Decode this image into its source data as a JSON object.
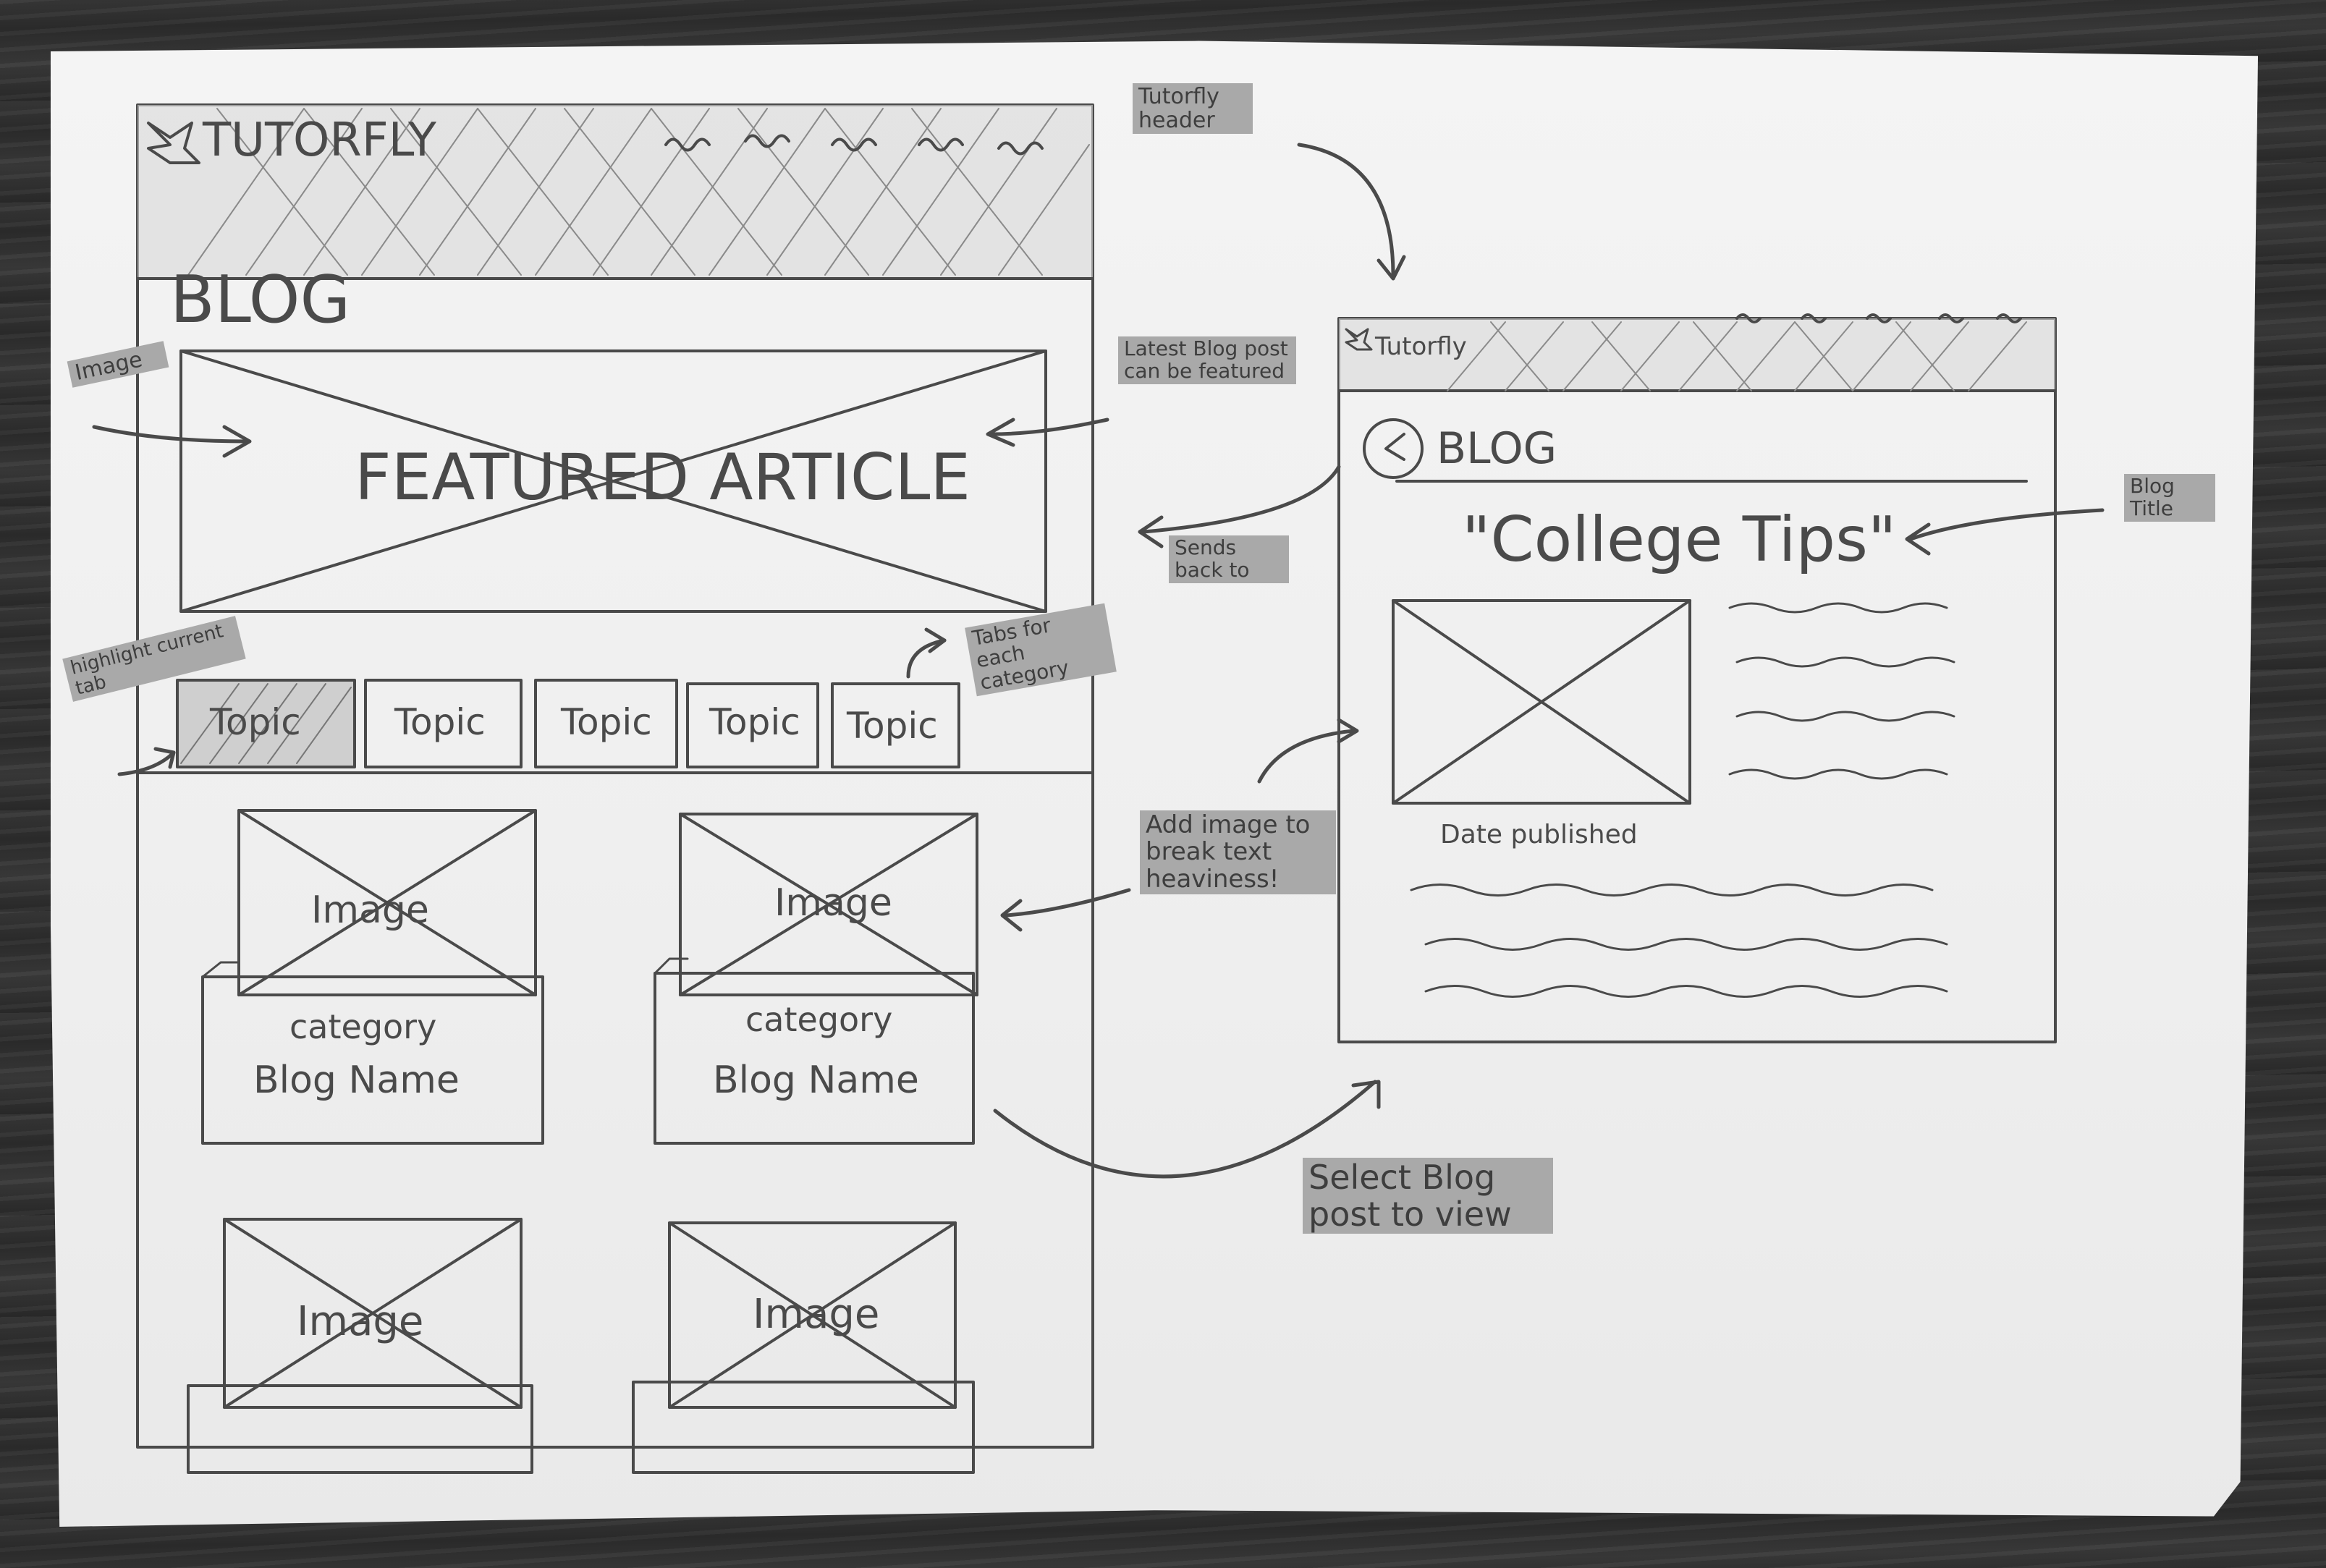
{
  "left_wireframe": {
    "logo": "TUTORFLY",
    "section_title": "BLOG",
    "featured": "FEATURED ARTICLE",
    "tabs": [
      "Topic",
      "Topic",
      "Topic",
      "Topic",
      "Topic"
    ],
    "cards": [
      {
        "image": "Image",
        "category": "category",
        "name": "Blog Name"
      },
      {
        "image": "Image",
        "category": "category",
        "name": "Blog Name"
      },
      {
        "image": "Image"
      },
      {
        "image": "Image"
      }
    ]
  },
  "right_wireframe": {
    "logo": "Tutorfly",
    "section_title": "BLOG",
    "blog_title": "\"College Tips\"",
    "date_label": "Date published"
  },
  "annotations": {
    "header_note": "Tutorfly header",
    "image_note": "Image",
    "latest_note": "Latest Blog post can be featured",
    "sends_back": "Sends back to",
    "highlight_tab": "highlight current tab",
    "tabs_note": "Tabs for each category",
    "add_image": "Add image to break text heaviness!",
    "select_blog": "Select Blog post to view",
    "blog_title_note": "Blog Title"
  },
  "colors": {
    "pencil": "#4a4a4a",
    "highlighter": "#a9a9a9",
    "paper": "#f0f0f0"
  }
}
